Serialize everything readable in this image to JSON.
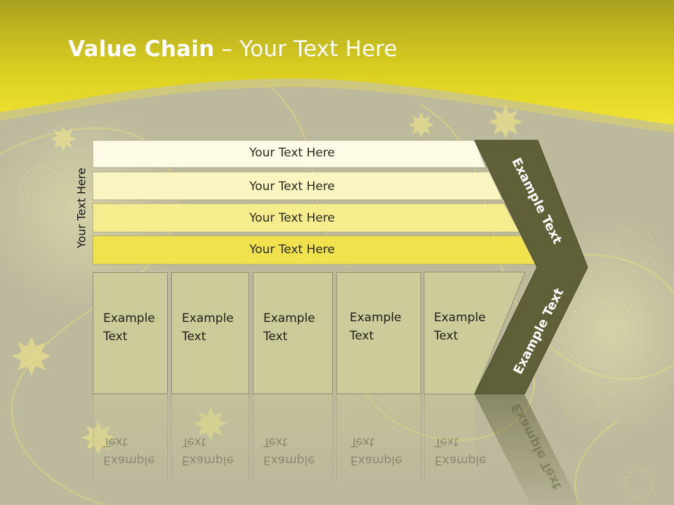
{
  "title": {
    "bold": "Value Chain",
    "rest": " – Your Text Here"
  },
  "side_label": "Your Text Here",
  "bars": [
    "Your Text Here",
    "Your Text Here",
    "Your Text Here",
    "Your Text Here"
  ],
  "boxes": [
    "Example Text",
    "Example Text",
    "Example Text",
    "Example Text",
    "Example Text"
  ],
  "chevron": {
    "upper_label": "Example Text",
    "lower_label": "Example Text"
  },
  "colors": {
    "header_yellow": "#f0e030",
    "background": "#b9b69c",
    "bar_1": "#fdfbe6",
    "bar_2": "#faf4c0",
    "bar_3": "#f5ec8e",
    "bar_4": "#efe24c",
    "box_fill": "#cccc9a",
    "chevron_dark": "#5f6038"
  }
}
